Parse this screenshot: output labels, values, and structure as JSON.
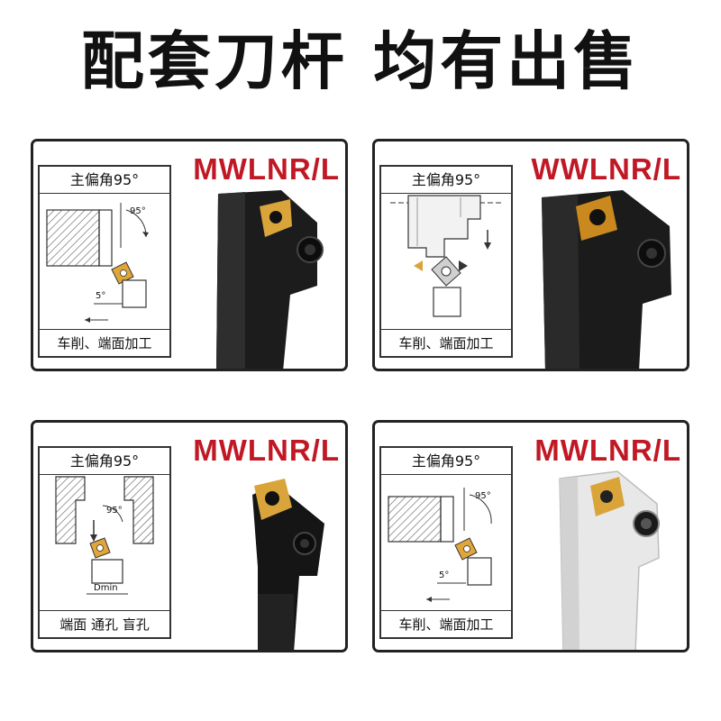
{
  "headline": "配套刀杆 均有出售",
  "colors": {
    "model_label": "#c01824",
    "insert_gold": "#d9a43a",
    "holder_black": "#1c1c1c",
    "holder_silver": "#e6e6e6"
  },
  "cards": [
    {
      "model": "MWLNR/L",
      "diagram_title": "主偏角95°",
      "caption": "车削、端面加工",
      "angle_main": "95°",
      "angle_small": "5°"
    },
    {
      "model": "WWLNR/L",
      "diagram_title": "主偏角95°",
      "caption": "车削、端面加工"
    },
    {
      "model": "MWLNR/L",
      "diagram_title": "主偏角95°",
      "caption": "端面  通孔  盲孔",
      "angle_main": "95°",
      "dim_label": "Dmin"
    },
    {
      "model": "MWLNR/L",
      "diagram_title": "主偏角95°",
      "caption": "车削、端面加工",
      "angle_main": "95°",
      "angle_small": "5°"
    }
  ]
}
